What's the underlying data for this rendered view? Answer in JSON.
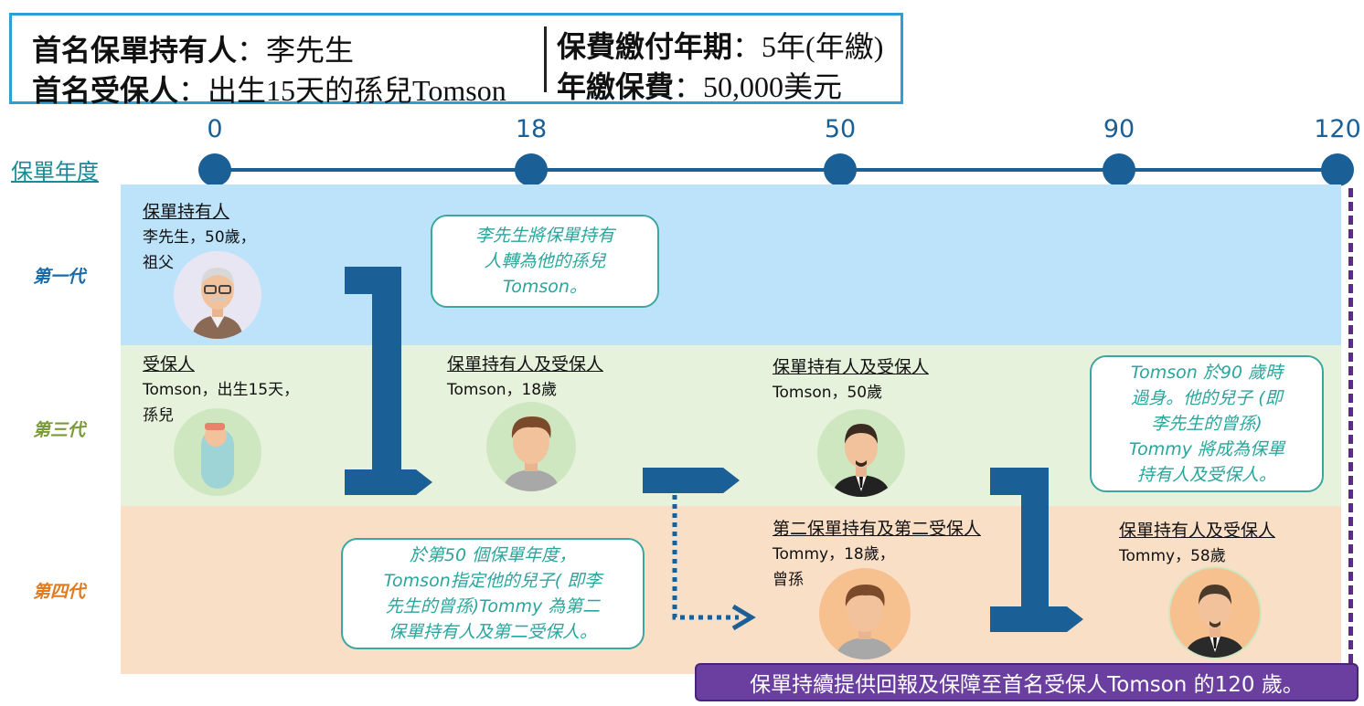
{
  "header": {
    "policy_holder_label": "首名保單持有人",
    "policy_holder_value": "李先生",
    "insured_label": "首名受保人",
    "insured_value": "出生15天的孫兒Tomson",
    "payment_term_label": "保費繳付年期",
    "payment_term_value": "5年(年繳)",
    "annual_premium_label": "年繳保費",
    "annual_premium_value": "50,000美元",
    "separator": "："
  },
  "timeline": {
    "axis_label": "保單年度",
    "ticks": [
      "0",
      "18",
      "50",
      "90",
      "120"
    ]
  },
  "generations": {
    "first": "第一代",
    "third": "第三代",
    "fourth": "第四代"
  },
  "persons": {
    "grandfather": {
      "role": "保單持有人",
      "line1": "李先生，50歲，",
      "line2": "祖父"
    },
    "baby": {
      "role": "受保人",
      "line1": "Tomson，出生15天，",
      "line2": "孫兒"
    },
    "tomson18": {
      "role": "保單持有人及受保人",
      "line1": "Tomson，18歲"
    },
    "tomson50": {
      "role": "保單持有人及受保人",
      "line1": "Tomson，50歲"
    },
    "tommy18": {
      "role": "第二保單持有及第二受保人",
      "line1": "Tommy，18歲，",
      "line2": "曾孫"
    },
    "tommy58": {
      "role": "保單持有人及受保人",
      "line1": "Tommy，58歲"
    }
  },
  "callouts": {
    "transfer": {
      "line1": "李先生將保單持有",
      "line2": "人轉為他的孫兒",
      "line3": "Tomson。"
    },
    "designate": {
      "line1": "於第50 個保單年度，",
      "line2": "Tomson指定他的兒子( 即李",
      "line3": "先生的曾孫)Tommy 為第二",
      "line4": "保單持有人及第二受保人。"
    },
    "succession": {
      "line1": "Tomson 於90 歲時",
      "line2": "過身。他的兒子 (即",
      "line3": "李先生的曾孫)",
      "line4": "Tommy 將成為保單",
      "line5": "持有人及受保人。"
    }
  },
  "banner": "保單持續提供回報及保障至首名受保人Tomson 的120 歲。",
  "colors": {
    "timeline": "#1a5f96",
    "band_first": "#bde3fa",
    "band_third": "#e6f2dc",
    "band_fourth": "#fadfc7",
    "callout_text": "#2aa59c",
    "banner_bg": "#6b3fa0",
    "gen_first": "#1a6aa8",
    "gen_third": "#7a9a3a",
    "gen_fourth": "#e07a20"
  }
}
